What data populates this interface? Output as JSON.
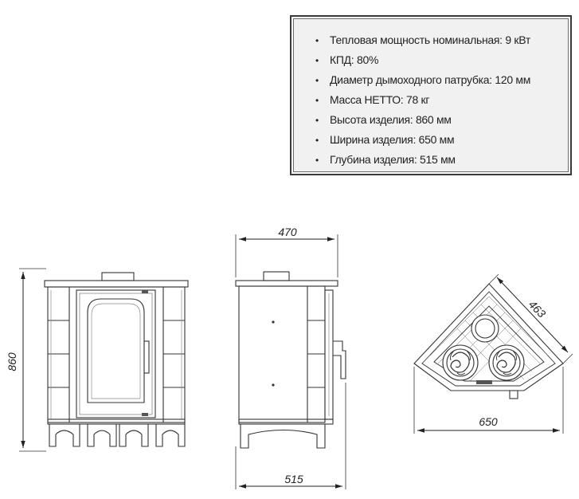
{
  "specs": [
    "Тепловая мощность номинальная: 9 кВт",
    "КПД: 80%",
    "Диаметр дымоходного патрубка: 120 мм",
    "Масса НЕТТО: 78 кг",
    "Высота изделия: 860 мм",
    "Ширина изделия: 650  мм",
    "Глубина изделия: 515 мм"
  ],
  "dimensions": {
    "front_height": "860",
    "side_top_width": "470",
    "side_bottom_depth": "515",
    "top_diagonal": "463",
    "top_width": "650"
  }
}
